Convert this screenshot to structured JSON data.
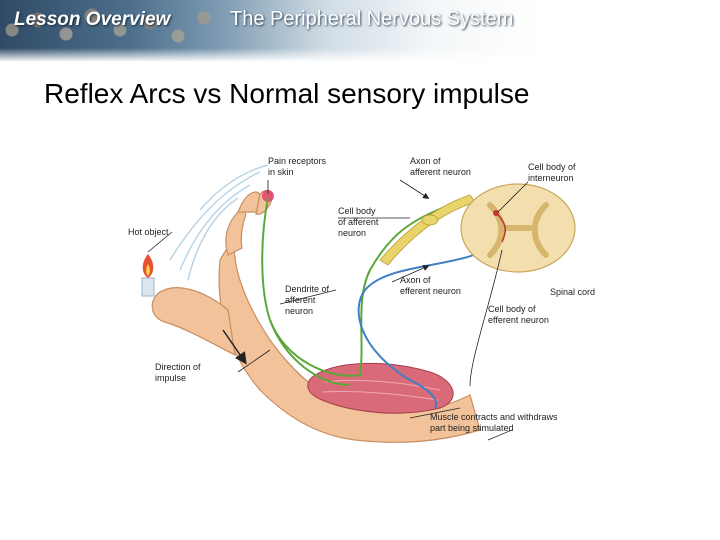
{
  "header": {
    "lesson_label": "Lesson Overview",
    "chapter_title": "The Peripheral Nervous System"
  },
  "slide": {
    "title": "Reflex Arcs vs Normal sensory impulse"
  },
  "diagram": {
    "labels": {
      "pain_receptors": [
        "Pain receptors",
        "in skin"
      ],
      "axon_afferent": [
        "Axon of",
        "afferent neuron"
      ],
      "cell_body_interneuron": [
        "Cell body of",
        "interneuron"
      ],
      "hot_object": [
        "Hot object"
      ],
      "cell_body_afferent": [
        "Cell body",
        "of afferent",
        "neuron"
      ],
      "axon_efferent": [
        "Axon of",
        "efferent neuron"
      ],
      "dendrite_afferent": [
        "Dendrite of",
        "afferent",
        "neuron"
      ],
      "spinal_cord": [
        "Spinal cord"
      ],
      "cell_body_efferent": [
        "Cell body of",
        "efferent neuron"
      ],
      "direction_impulse": [
        "Direction of",
        "impulse"
      ],
      "muscle_contracts": [
        "Muscle contracts and withdraws",
        "part being stimulated"
      ]
    },
    "colors": {
      "afferent_neuron": "#5aa83c",
      "efferent_neuron": "#3f7fc4",
      "interneuron": "#c0392b",
      "skin": "#f2c29a",
      "muscle": "#d96a78",
      "spinal_cord": "#f3dfae",
      "nerve_bundle": "#e9d36b"
    }
  }
}
